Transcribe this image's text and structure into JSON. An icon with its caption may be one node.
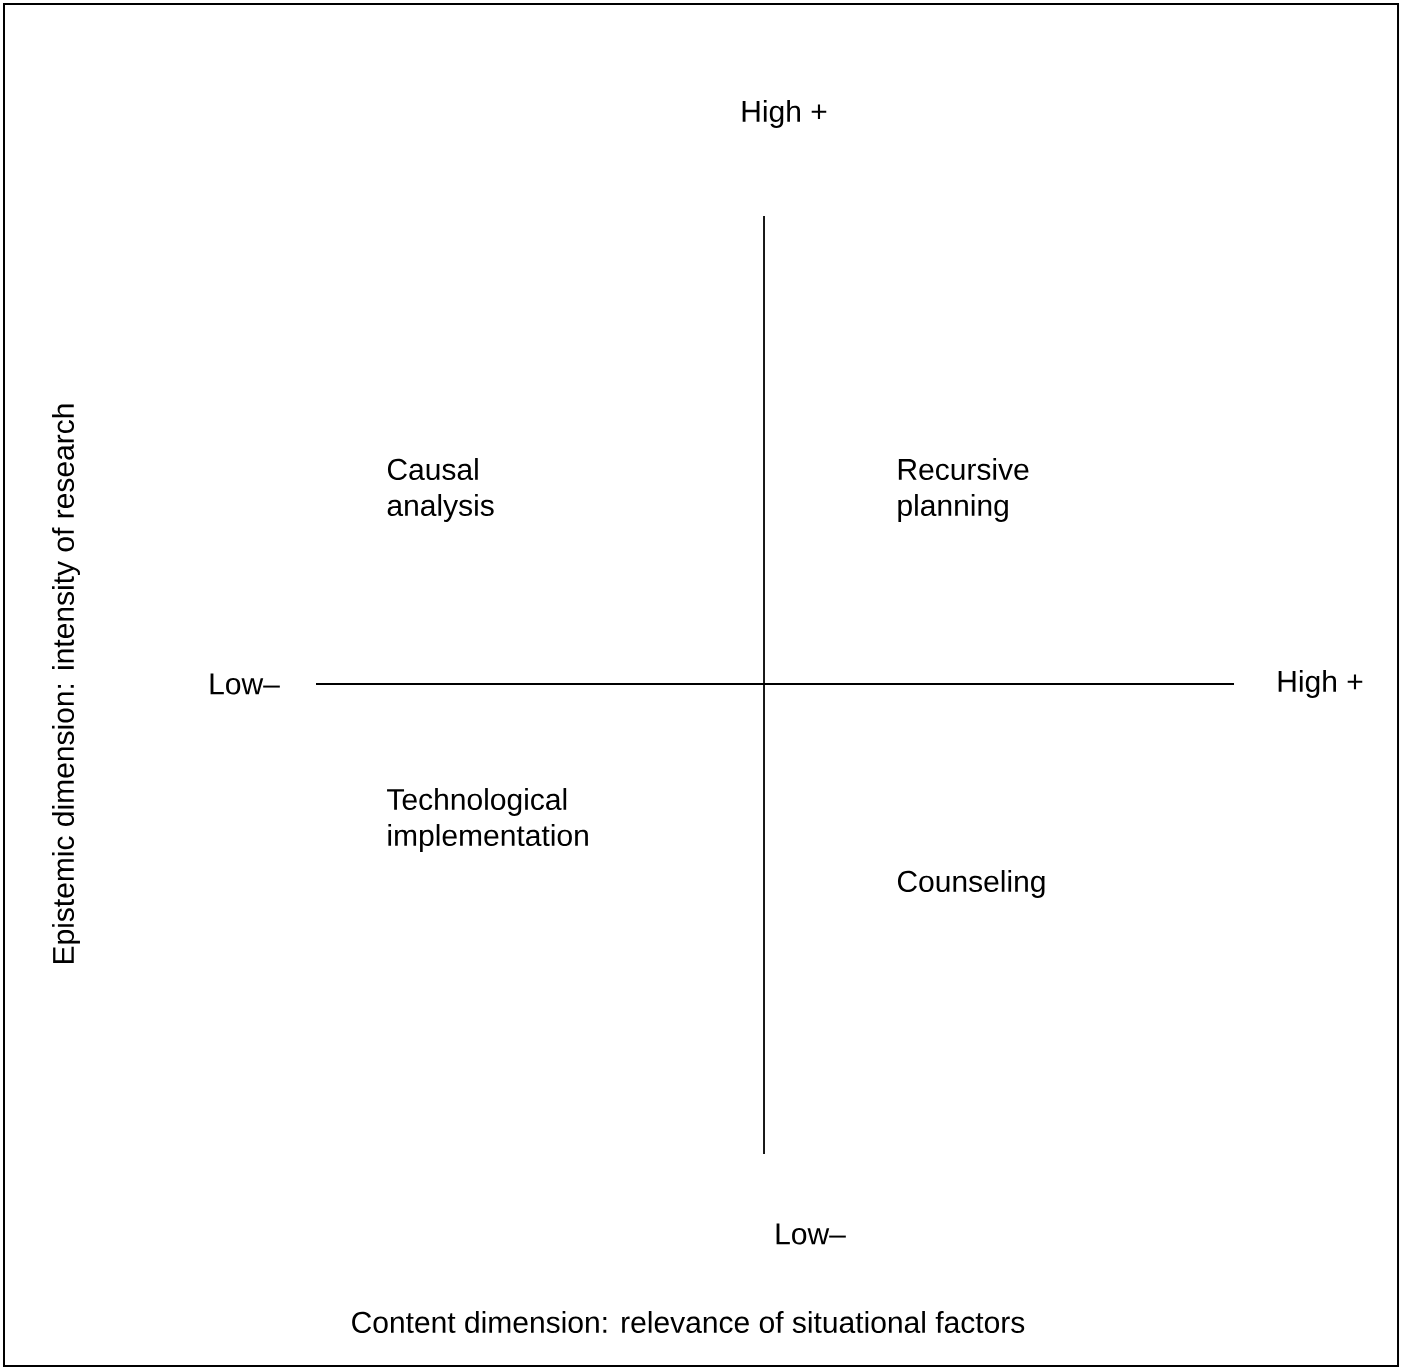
{
  "diagram": {
    "labels": [
      "High +",
      "Causal analysis",
      "Recursive planning",
      "Low–",
      "High +",
      "Technological implementation",
      "Counseling",
      "Low–",
      "Epistemic dimension: intensity of research",
      "Content dimension: relevance of situational factors"
    ]
  }
}
